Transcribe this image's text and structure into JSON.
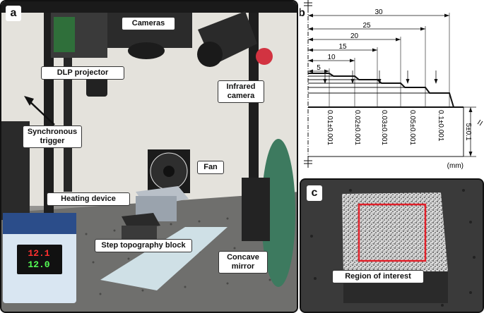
{
  "panel_a": {
    "letter": "a",
    "labels": {
      "cameras": "Cameras",
      "dlp_projector": "DLP projector",
      "infrared_camera": "Infrared camera",
      "synchronous_trigger": "Synchronous trigger",
      "fan": "Fan",
      "heating_device": "Heating device",
      "step_block": "Step topography block",
      "concave_mirror": "Concave mirror"
    },
    "controller_display": {
      "top": "12.1",
      "bottom": "12.0"
    }
  },
  "panel_b": {
    "letter": "b",
    "lengths": [
      "30",
      "25",
      "20",
      "15",
      "10",
      "5"
    ],
    "step_heights": [
      "0.01±0.001",
      "0.02±0.001",
      "0.03±0.001",
      "0.05±0.001",
      "0.1±0.001"
    ],
    "base_height": "5±0.1",
    "unit": "(mm)"
  },
  "panel_c": {
    "letter": "c",
    "roi_label": "Region of interest"
  },
  "colors": {
    "roi_border": "#e0202a",
    "dimension_line": "#111111"
  }
}
